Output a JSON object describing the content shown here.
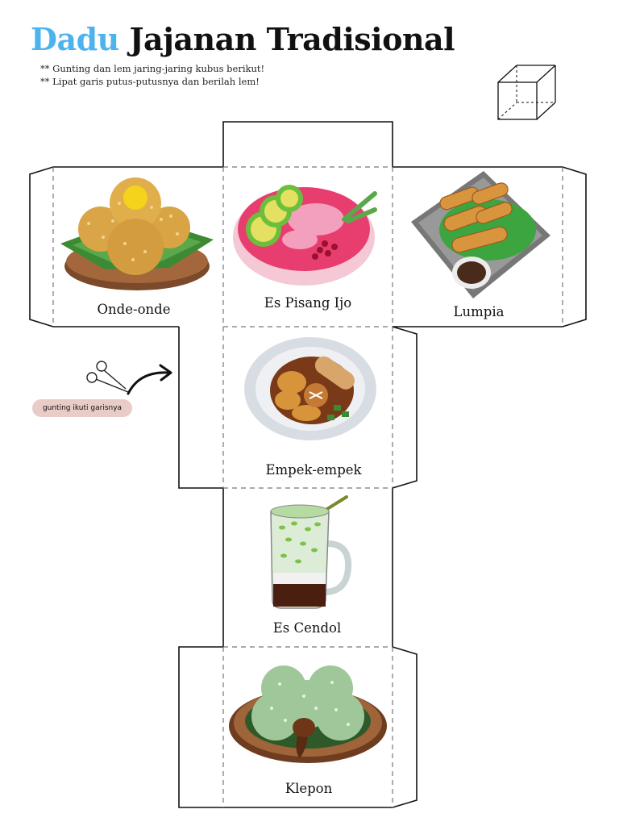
{
  "title": {
    "accent": "Dadu",
    "main": "Jajanan Tradisional"
  },
  "instructions": [
    "** Gunting dan lem jaring-jaring kubus berikut!",
    "** Lipat garis putus-putusnya dan berilah lem!"
  ],
  "faces": [
    {
      "label": "Onde-onde"
    },
    {
      "label": "Es Pisang Ijo"
    },
    {
      "label": "Lumpia"
    },
    {
      "label": "Empek-empek"
    },
    {
      "label": "Es Cendol"
    },
    {
      "label": "Klepon"
    }
  ],
  "cut_hint": "gunting ikuti garisnya",
  "icons": [
    "cube-icon",
    "scissors-icon",
    "arrow-icon"
  ]
}
